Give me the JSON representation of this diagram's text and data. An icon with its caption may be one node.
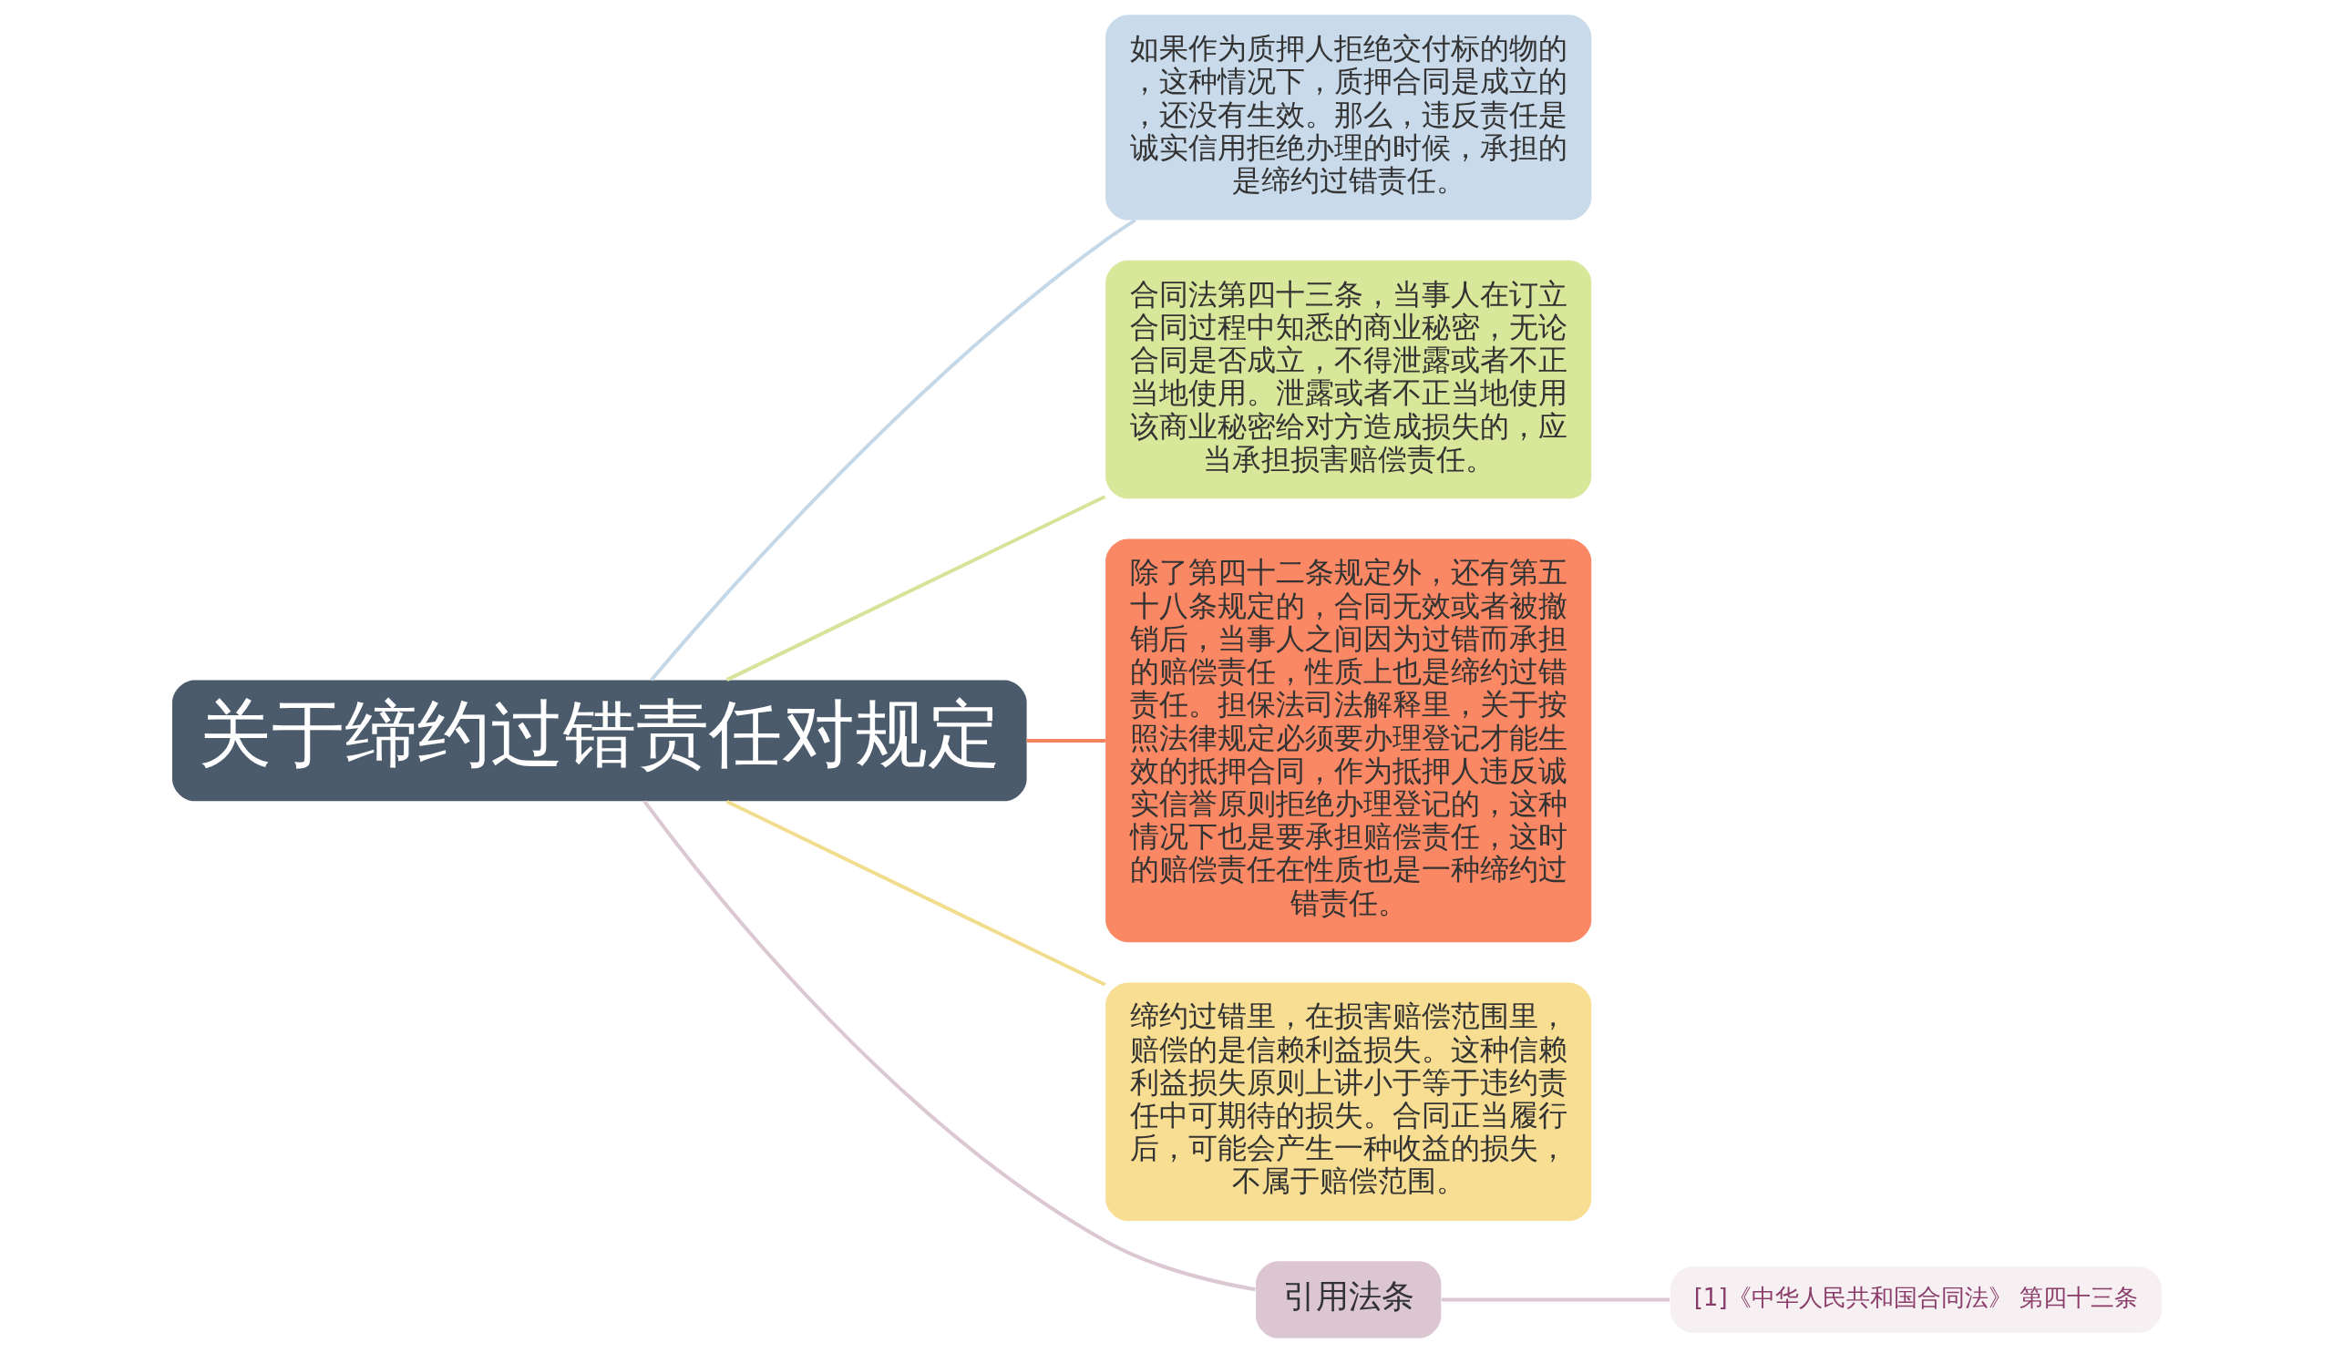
{
  "diagram": {
    "nodes": [
      {
        "text": [
          "关于缔约过错责任对规定"
        ]
      },
      {
        "text": [
          "如果作为质押人拒绝交付标的物的，这种情况下，质押合同是成立的，还没有生效。那么，违反责任是诚实信用拒绝办理的时候，承担的是缔约过错责任。"
        ]
      },
      {
        "text": [
          "合同法第四十三条，当事人在订立合同过程中知悉的商业秘密，无论合同是否成立，不得泄露或者不正当地使用。泄露或者不正当地使用该商业秘密给对方造成损失的，应当承担损害赔偿责任。"
        ]
      },
      {
        "text": [
          "除了第四十二条规定外，还有第五十八条规定的，合同无效或者被撤销后，当事人之间因为过错而承担的赔偿责任，性质上也是缔约过错责任。担保法司法解释里，关于按照法律规定必须要办理登记才能生效的抵押合同，作为抵押人违反诚实信誉原则拒绝办理登记的，这种情况下也是要承担赔偿责任，这时的赔偿责任在性质也是一种缔约过错责任。"
        ]
      },
      {
        "text": [
          "缔约过错里，在损害赔偿范围里，赔偿的是信赖利益损失。这种信赖利益损失原则上讲小于等于违约责任中可期待的损失。合同正当履行后，可能会产生一种收益的损失，不属于赔偿范围。"
        ]
      },
      {
        "text": [
          "引用法条"
        ]
      },
      {
        "text": [
          "[1]《中华人民共和国合同法》 第四十三条"
        ]
      }
    ],
    "edges": [
      {
        "from": 0,
        "to": 1,
        "arrow": "none",
        "color": "#c5d8e8"
      },
      {
        "from": 0,
        "to": 2,
        "arrow": "none",
        "color": "#d6e49a"
      },
      {
        "from": 0,
        "to": 3,
        "arrow": "none",
        "color": "#f2845f"
      },
      {
        "from": 0,
        "to": 4,
        "arrow": "none",
        "color": "#f2dc8e"
      },
      {
        "from": 0,
        "to": 5,
        "arrow": "none",
        "color": "#dcc8d2"
      },
      {
        "from": 5,
        "to": 6,
        "arrow": "none",
        "color": "#dcc8d2"
      }
    ]
  }
}
